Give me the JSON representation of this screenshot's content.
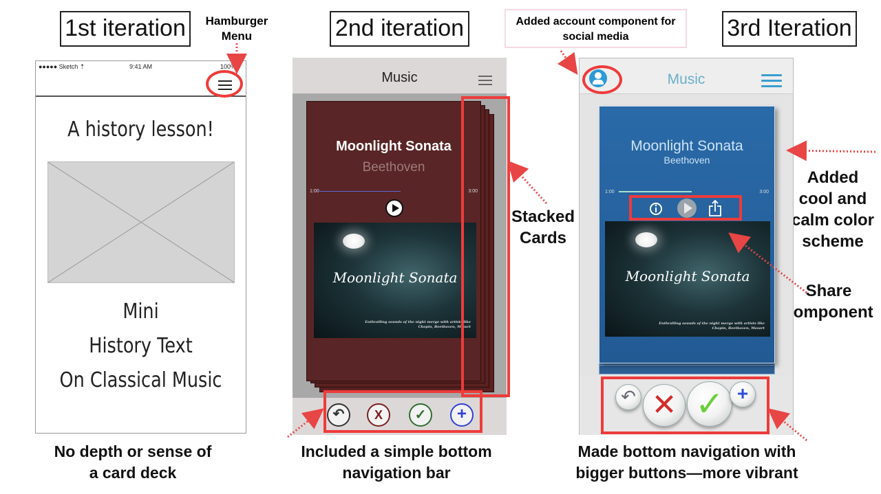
{
  "titles": {
    "first": "1st iteration",
    "second": "2nd iteration",
    "third": "3rd Iteration"
  },
  "annotations": {
    "hamburger_menu": "Hamburger Menu",
    "account_component": "Added account component for social media",
    "stacked_cards": "Stacked Cards",
    "color_scheme": "Added cool and calm color scheme",
    "share_component": "Share component"
  },
  "captions": {
    "first": "No depth or sense of a card deck",
    "second": "Included a simple bottom navigation bar",
    "third": "Made bottom navigation with bigger buttons—more vibrant"
  },
  "phone1": {
    "carrier": "●●●●● Sketch ⇡",
    "time": "9:41 AM",
    "battery": "100%",
    "heading": "A history lesson!",
    "body_lines": [
      "Mini",
      "History Text",
      "On Classical Music"
    ]
  },
  "phone2": {
    "title": "Music",
    "song": "Moonlight Sonata",
    "artist": "Beethoven",
    "time_start": "1:00",
    "time_end": "3:00",
    "art_title": "Moonlight Sonata",
    "art_subtitle": "Enthralling sounds of the night merge with artists like Chopin, Beethoven, Mozart",
    "buttons": {
      "undo": "↶",
      "reject": "X",
      "accept": "✓",
      "add": "+"
    }
  },
  "phone3": {
    "title": "Music",
    "song": "Moonlight Sonata",
    "artist": "Beethoven",
    "time_start": "1:00",
    "time_end": "3:00",
    "art_title": "Moonlight Sonata",
    "art_subtitle": "Enthralling sounds of the night merge with artists like Chopin, Beethoven, Mozart",
    "buttons": {
      "undo": "↶",
      "reject": "✕",
      "accept": "✓",
      "add": "+"
    }
  },
  "colors": {
    "highlight": "#ee3b3b",
    "card_red": "#5a2526",
    "card_blue": "#2a6aa8",
    "accent_blue": "#3a9dd0"
  }
}
